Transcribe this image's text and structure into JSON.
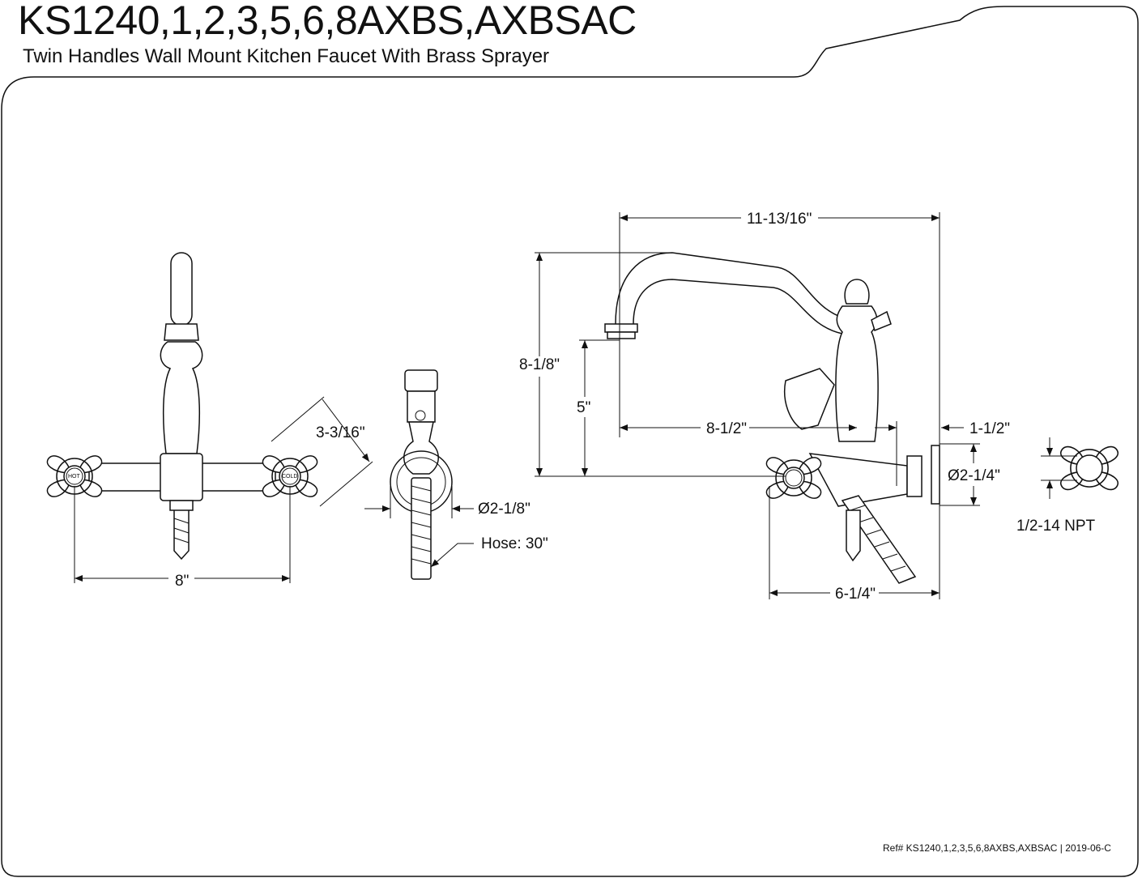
{
  "header": {
    "title": "KS1240,1,2,3,5,6,8AXBS,AXBSAC",
    "subtitle": "Twin Handles Wall Mount Kitchen Faucet With Brass Sprayer"
  },
  "front_view": {
    "hot_label": "HOT",
    "cold_label": "COLD",
    "dim_width": "8\"",
    "dim_handle": "3-3/16\""
  },
  "sprayer_view": {
    "dim_diameter": "Ø2-1/8\"",
    "hose_label": "Hose: 30\""
  },
  "side_view": {
    "dim_length": "11-13/16\"",
    "dim_height": "8-1/8\"",
    "dim_spout_height": "5\"",
    "dim_reach": "8-1/2\"",
    "dim_flange_depth": "1-1/2\"",
    "dim_flange_diameter": "Ø2-1/4\"",
    "dim_depth": "6-1/4\""
  },
  "connection_view": {
    "thread_label": "1/2-14 NPT"
  },
  "footer": {
    "ref": "Ref# KS1240,1,2,3,5,6,8AXBS,AXBSAC | 2019-06-C"
  }
}
